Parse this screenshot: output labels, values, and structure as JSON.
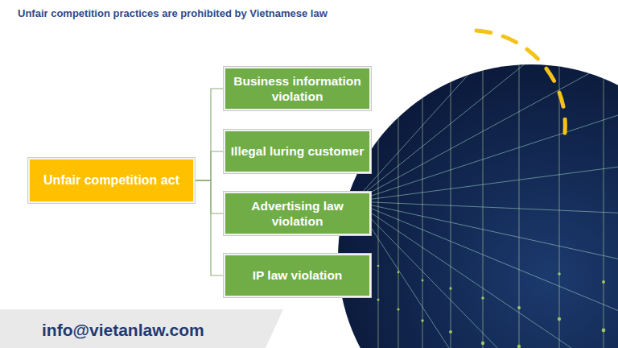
{
  "diagram": {
    "title": "Unfair competition practices are prohibited by Vietnamese law",
    "nodes": [
      {
        "text": [
          "Unfair competition act"
        ]
      },
      {
        "text": [
          "Business information violation"
        ]
      },
      {
        "text": [
          "Illegal luring customer"
        ]
      },
      {
        "text": [
          "Advertising law violation"
        ]
      },
      {
        "text": [
          "IP law violation"
        ]
      }
    ],
    "edges": [
      {
        "from": 0,
        "to": 1,
        "arrow": "none"
      },
      {
        "from": 0,
        "to": 2,
        "arrow": "none"
      },
      {
        "from": 0,
        "to": 3,
        "arrow": "none"
      },
      {
        "from": 0,
        "to": 4,
        "arrow": "none"
      }
    ],
    "labels": [
      "info@vietanlaw.com"
    ]
  }
}
